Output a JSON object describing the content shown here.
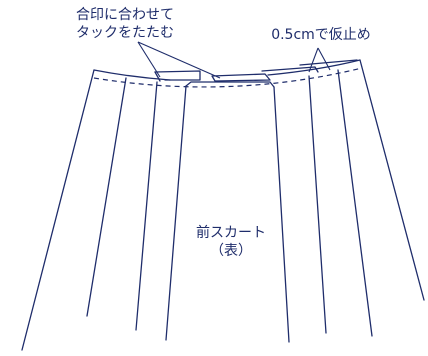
{
  "annotations": {
    "tuck_line1": "合印に合わせて",
    "tuck_line2": "タックをたたむ",
    "baste": "0.5cmで仮止め",
    "skirt_line1": "前スカート",
    "skirt_line2": "（表）"
  },
  "colors": {
    "stroke": "#1f2d6b",
    "text": "#1f2d6b",
    "background": "#ffffff"
  }
}
